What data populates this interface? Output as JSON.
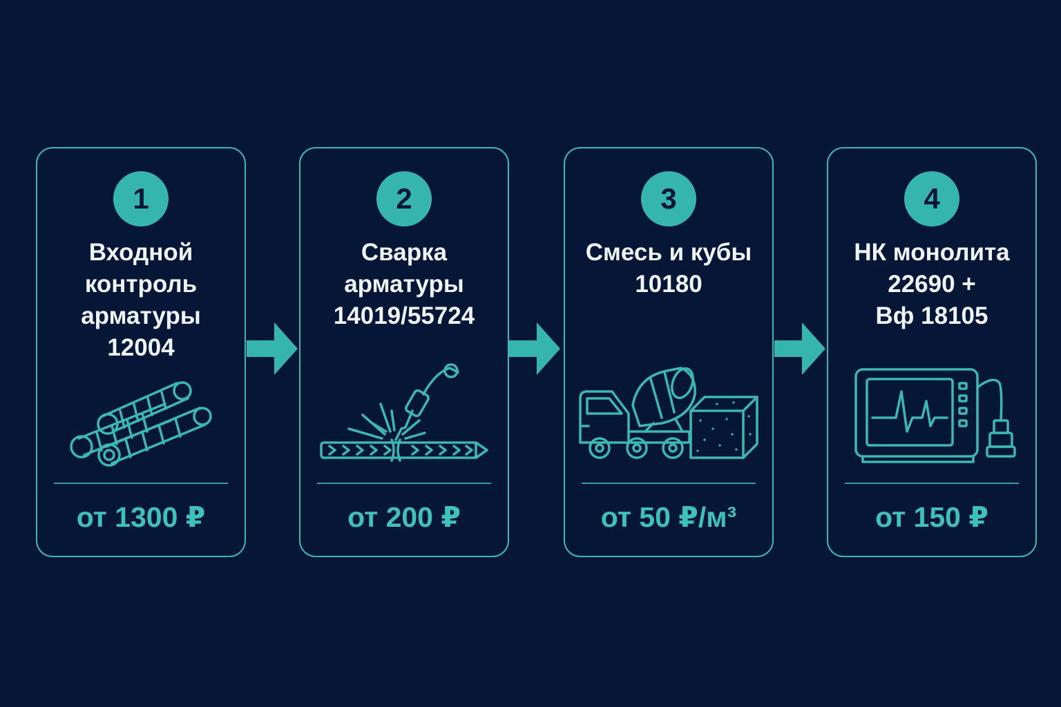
{
  "steps": [
    {
      "number": "1",
      "title_lines": [
        "Входной",
        "контроль",
        "арматуры",
        "12004"
      ],
      "price": "от 1300 ₽",
      "icon": "rebar-bundle-icon"
    },
    {
      "number": "2",
      "title_lines": [
        "Сварка",
        "арматуры",
        "14019/55724"
      ],
      "price": "от 200 ₽",
      "icon": "welding-torch-icon"
    },
    {
      "number": "3",
      "title_lines": [
        "Смесь и кубы",
        "10180"
      ],
      "price": "от 50 ₽/м³",
      "icon": "concrete-mixer-truck-icon"
    },
    {
      "number": "4",
      "title_lines": [
        "НК монолита",
        "22690 +",
        "Вф 18105"
      ],
      "price": "от 150 ₽",
      "icon": "flaw-detector-icon"
    }
  ],
  "arrow_icon": "arrow-right-icon",
  "colors": {
    "background": "#061637",
    "accent": "#35b5ad",
    "text": "#eef4f7"
  }
}
